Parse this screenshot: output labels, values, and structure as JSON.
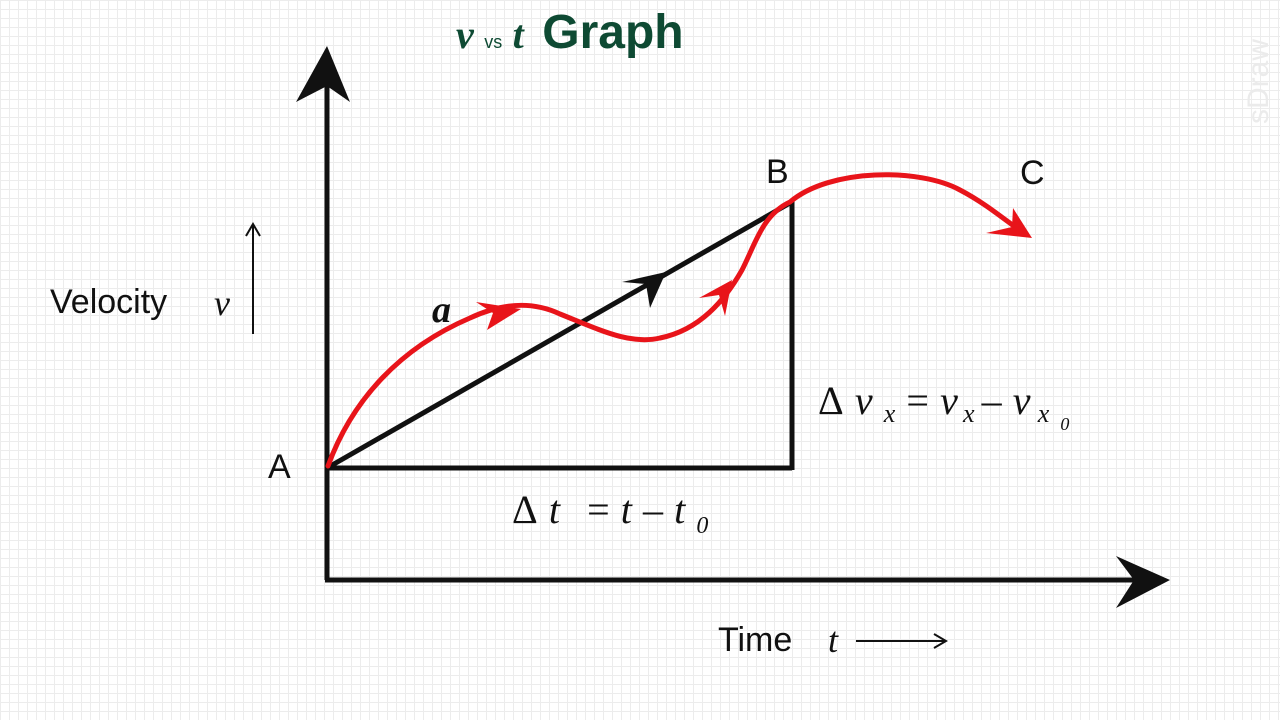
{
  "title": {
    "v": "v",
    "vs": "vs",
    "t": "t",
    "graph": "Graph",
    "color": "#0e4a33"
  },
  "watermark": "sDraw",
  "axes": {
    "y_label": "Velocity",
    "y_symbol": "v",
    "x_label": "Time",
    "x_symbol": "t"
  },
  "points": {
    "A": "A",
    "B": "B",
    "C": "C"
  },
  "curve_label": "a",
  "delta_t": {
    "delta": "Δ",
    "t": "t",
    "eq": "=",
    "t2": "t",
    "minus": "–",
    "t0": "t",
    "sub0": "0"
  },
  "delta_v": {
    "delta": "Δ",
    "v": "v",
    "sub_x": "x",
    "eq": "=",
    "v2": "v",
    "sub_x2": "x",
    "minus": "–",
    "v3": "v",
    "sub_x3": "x",
    "sub0": "0"
  },
  "colors": {
    "axis": "#111111",
    "curve": "#e8141a",
    "line": "#111111"
  }
}
